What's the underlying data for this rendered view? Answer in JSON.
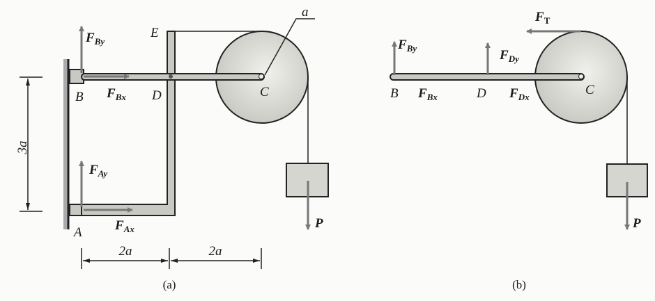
{
  "panel_a": {
    "caption": "(a)",
    "points": {
      "A": "A",
      "B": "B",
      "C": "C",
      "D": "D",
      "E": "E"
    },
    "forces": {
      "F_By": {
        "main": "F",
        "sub": "By"
      },
      "F_Bx": {
        "main": "F",
        "sub": "Bx"
      },
      "F_Ay": {
        "main": "F",
        "sub": "Ay"
      },
      "F_Ax": {
        "main": "F",
        "sub": "Ax"
      },
      "P": "P"
    },
    "dimensions": {
      "height": "3a",
      "left_width": "2a",
      "right_width": "2a",
      "radius": "a"
    }
  },
  "panel_b": {
    "caption": "(b)",
    "points": {
      "B": "B",
      "C": "C",
      "D": "D"
    },
    "forces": {
      "F_T": {
        "main": "F",
        "sub": "T"
      },
      "F_By": {
        "main": "F",
        "sub": "By"
      },
      "F_Bx": {
        "main": "F",
        "sub": "Bx"
      },
      "F_Dy": {
        "main": "F",
        "sub": "Dy"
      },
      "F_Dx": {
        "main": "F",
        "sub": "Dx"
      },
      "P": "P"
    }
  }
}
